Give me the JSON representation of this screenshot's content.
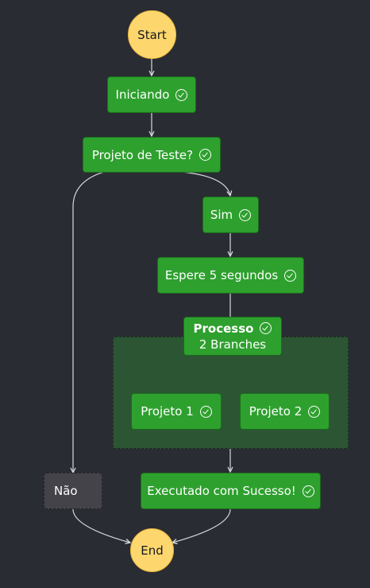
{
  "nodes": {
    "start": "Start",
    "iniciando": "Iniciando",
    "projeto_de_teste": "Projeto de Teste?",
    "sim": "Sim",
    "espere": "Espere 5 segundos",
    "processo": {
      "title": "Processo",
      "subtitle": "2 Branches"
    },
    "projeto1": "Projeto 1",
    "projeto2": "Projeto 2",
    "nao": "Não",
    "executado": "Executado com Sucesso!",
    "end": "End"
  },
  "colors": {
    "background": "#2a2c33",
    "succeeded": "#2ea02e",
    "parallel_area": "#2c5534",
    "terminal": "#fdd76e",
    "not_run": "#434349",
    "edge": "#d5d9dd"
  },
  "icons": {
    "status": "check-circle-icon"
  }
}
